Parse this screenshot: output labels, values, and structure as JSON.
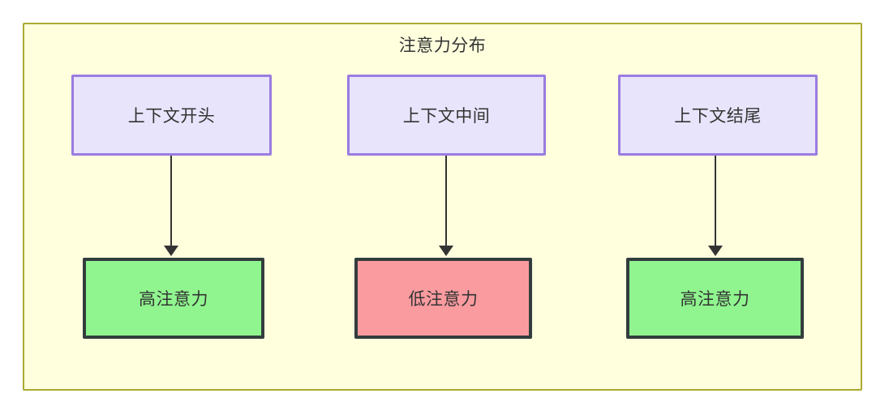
{
  "diagram": {
    "title": "注意力分布",
    "background_color": "#ffffff",
    "cluster": {
      "fill": "#ffffde",
      "border": "#aaaa33"
    },
    "nodes": {
      "context": [
        {
          "id": "context-start",
          "label": "上下文开头",
          "fill": "#e8e4fb",
          "border": "#9a7ce0"
        },
        {
          "id": "context-middle",
          "label": "上下文中间",
          "fill": "#e8e4fb",
          "border": "#9a7ce0"
        },
        {
          "id": "context-end",
          "label": "上下文结尾",
          "fill": "#e8e4fb",
          "border": "#9a7ce0"
        }
      ],
      "attention": [
        {
          "id": "attention-high-start",
          "label": "高注意力",
          "fill": "#90f58f",
          "border": "#333d3d"
        },
        {
          "id": "attention-low-middle",
          "label": "低注意力",
          "fill": "#f99b9f",
          "border": "#333d3d"
        },
        {
          "id": "attention-high-end",
          "label": "高注意力",
          "fill": "#90f58f",
          "border": "#333d3d"
        }
      ]
    },
    "edges": [
      {
        "from": "上下文开头",
        "to": "高注意力"
      },
      {
        "from": "上下文中间",
        "to": "低注意力"
      },
      {
        "from": "上下文结尾",
        "to": "高注意力"
      }
    ]
  }
}
